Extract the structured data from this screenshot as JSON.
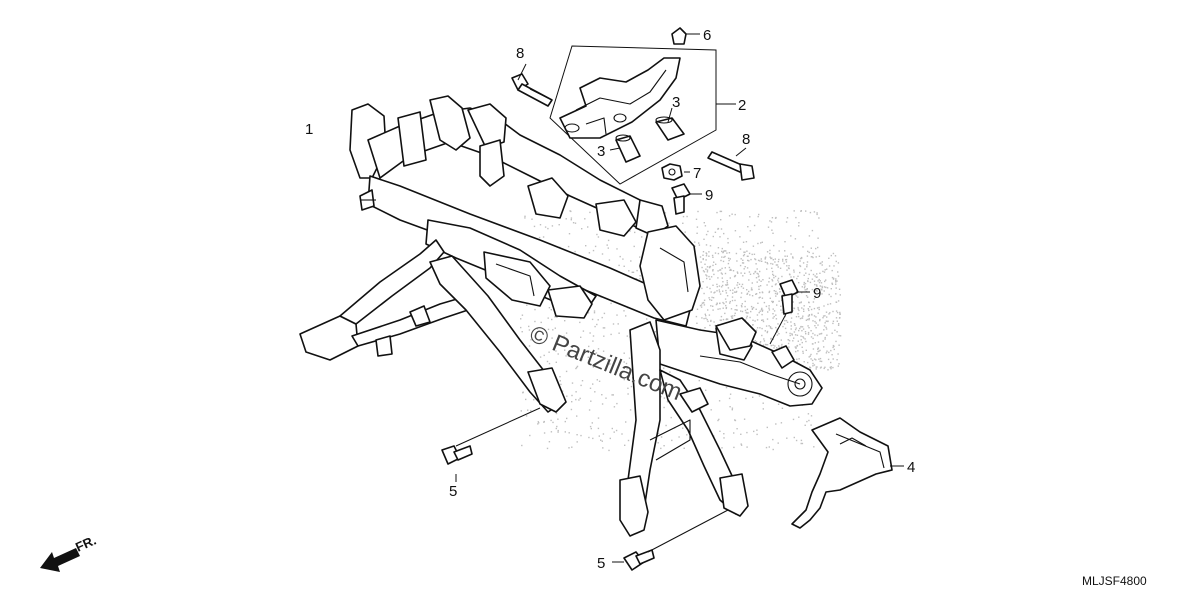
{
  "diagram": {
    "callouts": {
      "c1": "1",
      "c2": "2",
      "c3a": "3",
      "c3b": "3",
      "c4": "4",
      "c5a": "5",
      "c5b": "5",
      "c6": "6",
      "c7": "7",
      "c8a": "8",
      "c8b": "8",
      "c9a": "9",
      "c9b": "9"
    },
    "watermark": "© Partzilla.com",
    "front_arrow_label": "FR.",
    "diagram_code": "MLJSF4800"
  }
}
